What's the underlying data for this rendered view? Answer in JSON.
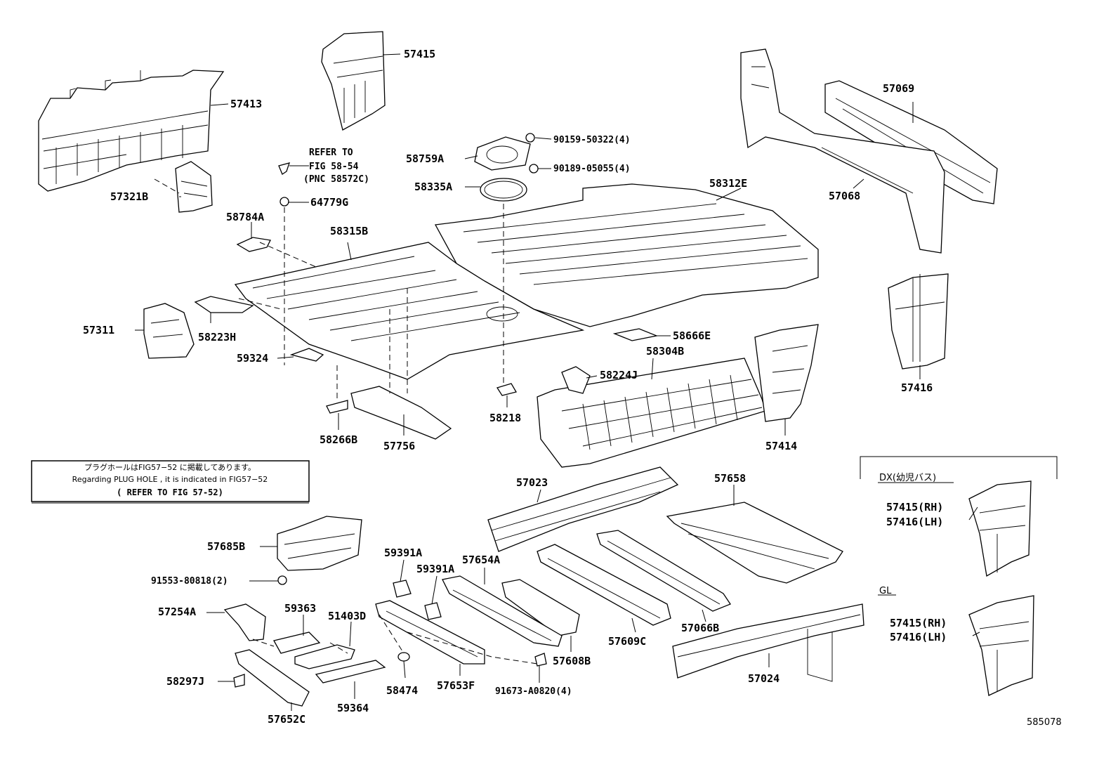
{
  "diagram": {
    "labels": {
      "p57413": "57413",
      "p57415": "57415",
      "p57321B": "57321B",
      "p58784A": "58784A",
      "p58315B": "58315B",
      "p57311": "57311",
      "p58223H": "58223H",
      "p59324": "59324",
      "p58266B": "58266B",
      "p57756": "57756",
      "refer_l1": "REFER TO",
      "refer_l2": "FIG 58-54",
      "refer_l3": "(PNC 58572C)",
      "p64779G": "64779G",
      "p58759A": "58759A",
      "p58335A": "58335A",
      "p90159": "90159-50322(4)",
      "p90189": "90189-05055(4)",
      "p58312E": "58312E",
      "p58666E": "58666E",
      "p58218": "58218",
      "p58224J": "58224J",
      "p58304B": "58304B",
      "p57414": "57414",
      "p57069": "57069",
      "p57068": "57068",
      "p57416": "57416",
      "p57023": "57023",
      "p57658": "57658",
      "p57685B": "57685B",
      "p91553": "91553-80818(2)",
      "p59391A_1": "59391A",
      "p59391A_2": "59391A",
      "p57654A": "57654A",
      "p57254A": "57254A",
      "p59363": "59363",
      "p51403D": "51403D",
      "p58297J": "58297J",
      "p57652C": "57652C",
      "p59364": "59364",
      "p58474": "58474",
      "p57653F": "57653F",
      "p91673": "91673-A0820(4)",
      "p57608B": "57608B",
      "p57609C": "57609C",
      "p57066B": "57066B",
      "p57024": "57024",
      "dx_title": "DX(幼児バス)",
      "dx_57415": "57415(RH)",
      "dx_57416": "57416(LH)",
      "gl_title": "GL",
      "gl_57415": "57415(RH)",
      "gl_57416": "57416(LH)",
      "figure_id": "585078"
    },
    "note": {
      "line1": "プラグホールはFIG57−52 に掲載してあります。",
      "line2": "Regarding PLUG HOLE , it is indicated in FIG57−52",
      "line3": "( REFER TO FIG 57-52)"
    }
  }
}
